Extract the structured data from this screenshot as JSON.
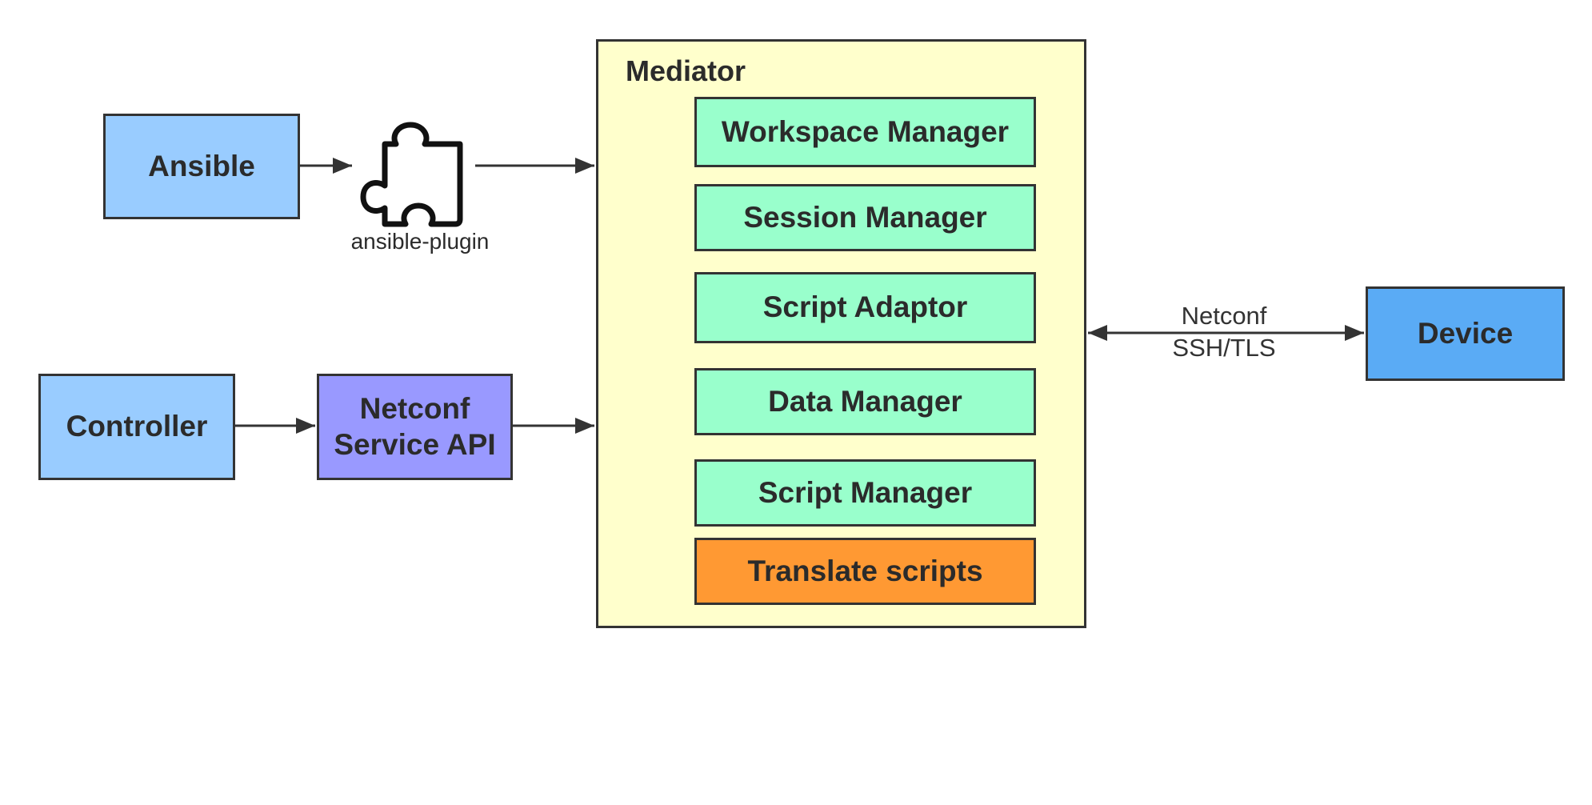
{
  "external": {
    "ansible": "Ansible",
    "plugin_label": "ansible-plugin",
    "controller": "Controller",
    "netconf_api_line1": "Netconf",
    "netconf_api_line2": "Service API",
    "device": "Device"
  },
  "link": {
    "line1": "Netconf",
    "line2": "SSH/TLS"
  },
  "mediator": {
    "title": "Mediator",
    "modules": [
      "Workspace Manager",
      "Session Manager",
      "Script Adaptor",
      "Data Manager",
      "Script Manager",
      "Translate scripts"
    ]
  },
  "colors": {
    "external_light": "#99ccff",
    "netconf_api": "#9999ff",
    "device": "#5aabf5",
    "mediator_bg": "#ffffcc",
    "module": "#99ffcc",
    "translate_scripts": "#ff9933",
    "stroke": "#333333"
  },
  "icons": {
    "plugin": "puzzle-piece-icon"
  }
}
